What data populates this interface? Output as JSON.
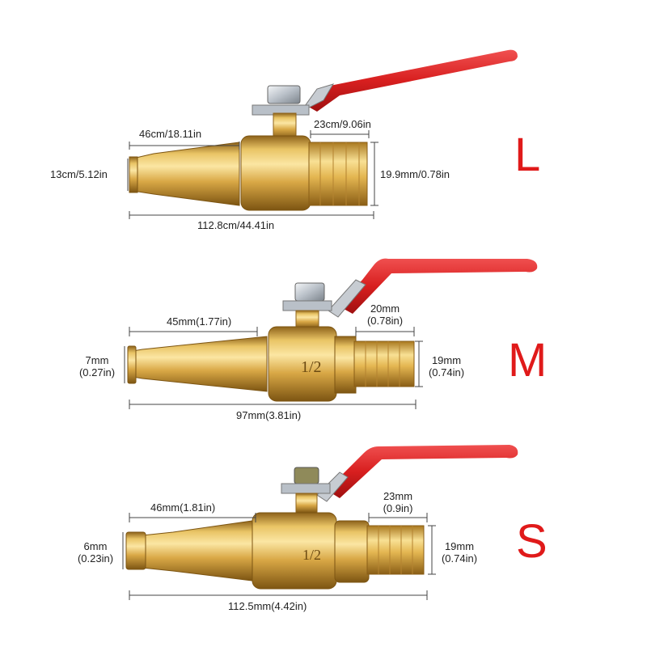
{
  "colors": {
    "brass_light": "#f1d27a",
    "brass_mid": "#d9aa45",
    "brass_dark": "#9c6d1e",
    "handle_red": "#d81f1f",
    "size_letter": "#e01a1a",
    "dim_line": "#444444"
  },
  "products": [
    {
      "size": "L",
      "nozzle_length": "46cm/18.11in",
      "barb_length": "23cm/9.06in",
      "tip_diameter": "13cm/5.12in",
      "barb_diameter": "19.9mm/0.78in",
      "total_length": "112.8cm/44.41in",
      "body_marking": ""
    },
    {
      "size": "M",
      "nozzle_length": "45mm(1.77in)",
      "barb_length_1": "20mm",
      "barb_length_2": "(0.78in)",
      "tip_diameter_1": "7mm",
      "tip_diameter_2": "(0.27in)",
      "barb_diameter_1": "19mm",
      "barb_diameter_2": "(0.74in)",
      "total_length": "97mm(3.81in)",
      "body_marking": "1/2"
    },
    {
      "size": "S",
      "nozzle_length": "46mm(1.81in)",
      "barb_length_1": "23mm",
      "barb_length_2": "(0.9in)",
      "tip_diameter_1": "6mm",
      "tip_diameter_2": "(0.23in)",
      "barb_diameter_1": "19mm",
      "barb_diameter_2": "(0.74in)",
      "total_length": "112.5mm(4.42in)",
      "body_marking": "1/2"
    }
  ]
}
